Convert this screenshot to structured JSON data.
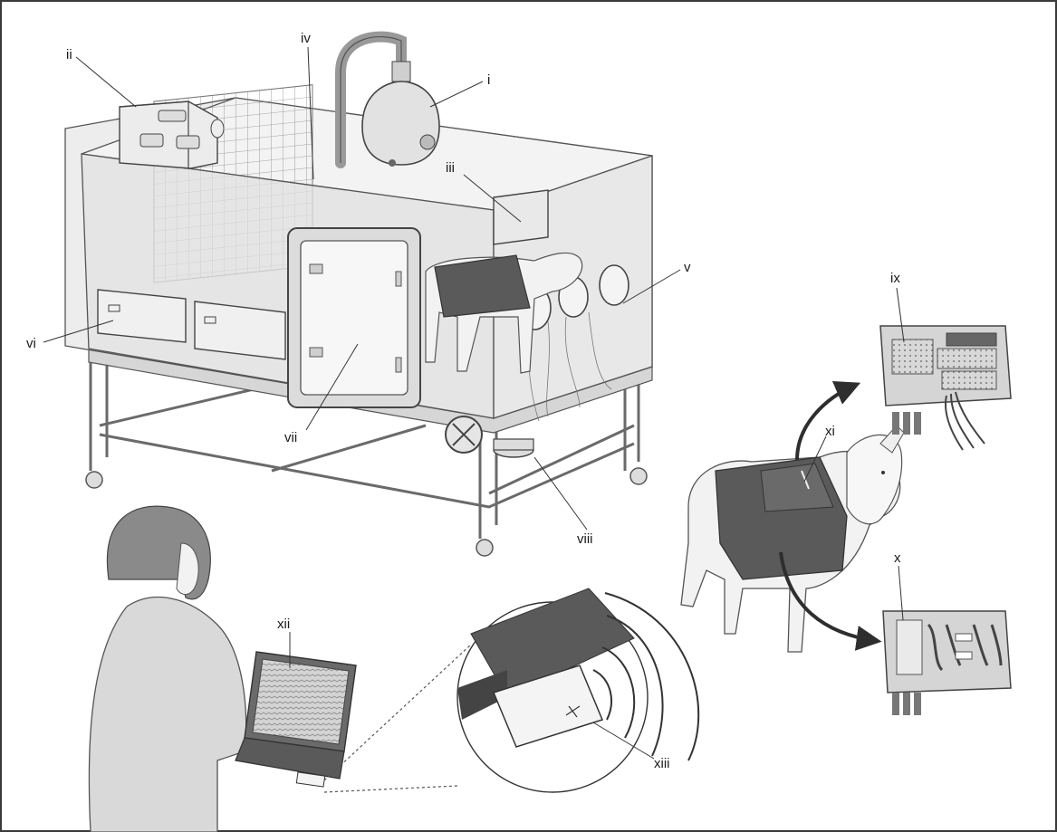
{
  "labels": {
    "i": "i",
    "ii": "ii",
    "iii": "iii",
    "iv": "iv",
    "v": "v",
    "vi": "vi",
    "vii": "vii",
    "viii": "viii",
    "ix": "ix",
    "x": "x",
    "xi": "xi",
    "xii": "xii",
    "xiii": "xiii"
  },
  "colors": {
    "frame": "#3a3a3a",
    "chamber_glass": "#dcdcdc",
    "steel": "#e4e4e4",
    "vest": "#5a5a5a",
    "sheep": "#f2f2f2",
    "arrow": "#2e2e2e"
  }
}
